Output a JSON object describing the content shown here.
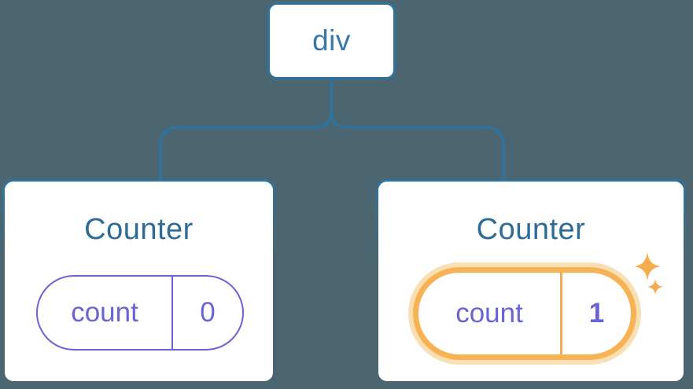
{
  "background": "#4B6670",
  "colors": {
    "background": "#4B6670",
    "line_blue": "#2E739F",
    "node_blue": "#3679A8",
    "title_blue": "#2D6C96",
    "purple": "#6963D6",
    "highlight_orange": "#F7B254",
    "highlight_glow": "#FBDFB4",
    "highlight_divider": "#F2AC55",
    "sparkle_orange": "#F5AC4E",
    "card_bg": "#FFFFFF"
  },
  "root_node": {
    "label": "div"
  },
  "cards": [
    {
      "title": "Counter",
      "state_key": "count",
      "state_value": "0",
      "highlighted": false
    },
    {
      "title": "Counter",
      "state_key": "count",
      "state_value": "1",
      "highlighted": true
    }
  ],
  "icons": {
    "sparkles": "four-point-star-sparkles"
  }
}
